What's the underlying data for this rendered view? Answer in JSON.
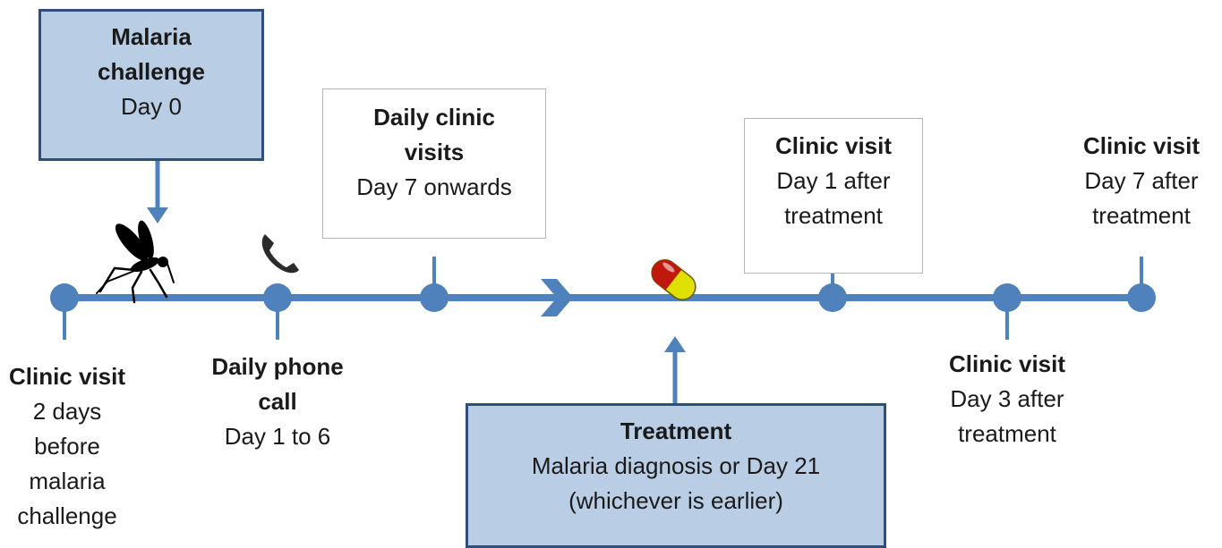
{
  "colors": {
    "timeline": "#4f81bd",
    "box_fill": "#b9cde5",
    "box_border": "#2f4e79"
  },
  "icons": [
    "mosquito-icon",
    "phone-icon",
    "pill-icon",
    "chevron-arrow-icon"
  ],
  "events": {
    "challenge": {
      "title": "Malaria\nchallenge",
      "subtitle": "Day 0"
    },
    "daily_visits": {
      "title": "Daily clinic\nvisits",
      "subtitle": "Day 7 onwards"
    },
    "visit_day1": {
      "title": "Clinic visit",
      "subtitle": "Day 1 after\ntreatment"
    },
    "visit_day7": {
      "title": "Clinic visit",
      "subtitle": "Day 7 after\ntreatment"
    },
    "visit_before": {
      "title": "Clinic visit",
      "subtitle": "2 days\nbefore\nmalaria\nchallenge"
    },
    "phone": {
      "title": "Daily phone\ncall",
      "subtitle": "Day 1 to 6"
    },
    "treatment": {
      "title": "Treatment",
      "subtitle": "Malaria diagnosis or Day 21\n(whichever is earlier)"
    },
    "visit_day3": {
      "title": "Clinic visit",
      "subtitle": "Day 3 after\ntreatment"
    }
  }
}
